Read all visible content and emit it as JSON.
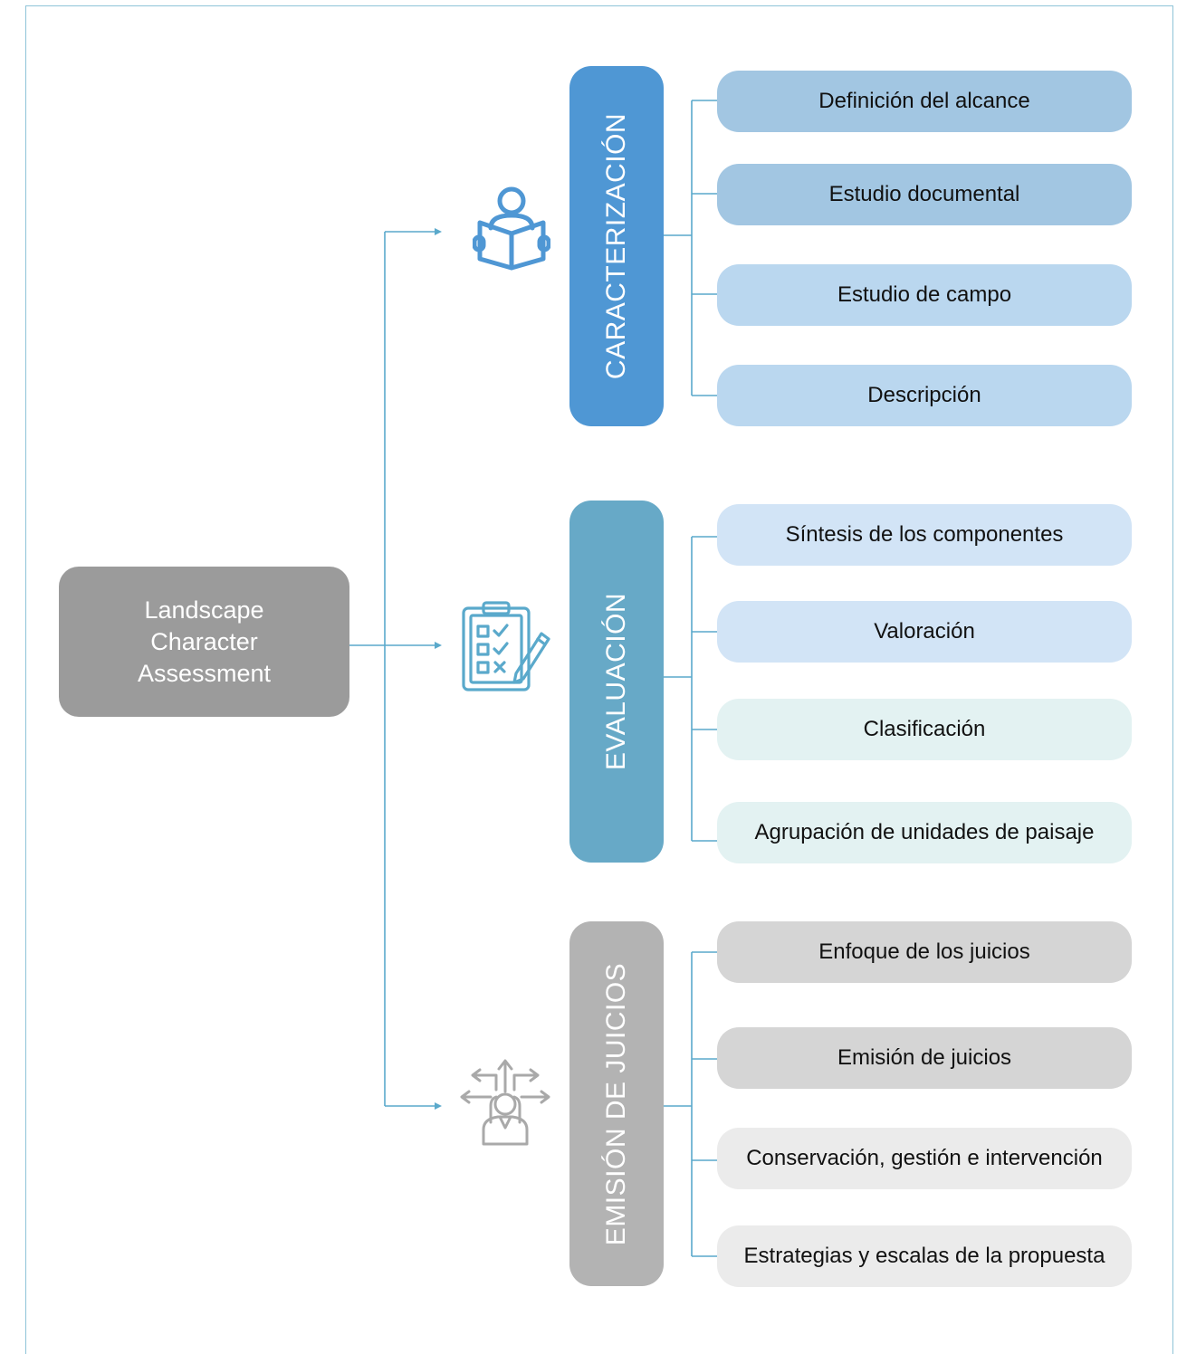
{
  "root": {
    "lines": [
      "Landscape",
      "Character",
      "Assessment"
    ],
    "color": "#9b9b9b"
  },
  "phases": [
    {
      "label": "CARACTERIZACIÓN",
      "color": "#4f97d4",
      "icon": "person-reading-book-icon",
      "items": [
        {
          "label": "Definición del alcance",
          "color": "#a2c6e2"
        },
        {
          "label": "Estudio documental",
          "color": "#a2c6e2"
        },
        {
          "label": "Estudio de campo",
          "color": "#bad7ef"
        },
        {
          "label": "Descripción",
          "color": "#bad7ef"
        }
      ]
    },
    {
      "label": "EVALUACIÓN",
      "color": "#67a9c7",
      "icon": "clipboard-checklist-icon",
      "items": [
        {
          "label": "Síntesis de los componentes",
          "color": "#d2e4f6"
        },
        {
          "label": "Valoración",
          "color": "#d2e4f6"
        },
        {
          "label": "Clasificación",
          "color": "#e3f2f2"
        },
        {
          "label": "Agrupación de unidades de paisaje",
          "color": "#e3f2f2"
        }
      ]
    },
    {
      "label": "EMISIÓN DE JUICIOS",
      "color": "#b3b3b3",
      "icon": "person-decision-arrows-icon",
      "items": [
        {
          "label": "Enfoque de los juicios",
          "color": "#d5d5d5"
        },
        {
          "label": "Emisión de juicios",
          "color": "#d5d5d5"
        },
        {
          "label": "Conservación, gestión e intervención",
          "color": "#ebebeb"
        },
        {
          "label": "Estrategias y escalas de la propuesta",
          "color": "#ebebeb"
        }
      ]
    }
  ],
  "connector_color": "#5aa9cb"
}
